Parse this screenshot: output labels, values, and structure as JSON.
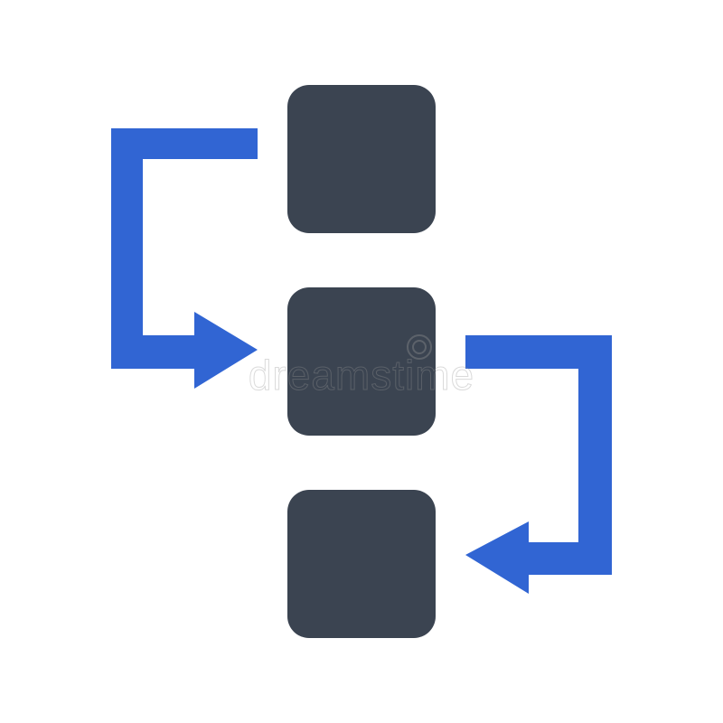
{
  "diagram": {
    "colors": {
      "block": "#3b4451",
      "arrow": "#3165d3",
      "background": "#ffffff"
    },
    "blocks": [
      {
        "id": "block-top"
      },
      {
        "id": "block-middle"
      },
      {
        "id": "block-bottom"
      }
    ],
    "arrows": [
      {
        "from": "block-top",
        "to": "block-middle",
        "side": "left"
      },
      {
        "from": "block-middle",
        "to": "block-bottom",
        "side": "right"
      }
    ]
  },
  "watermark": {
    "text": "dreamstime",
    "icon": "copyright-icon"
  }
}
